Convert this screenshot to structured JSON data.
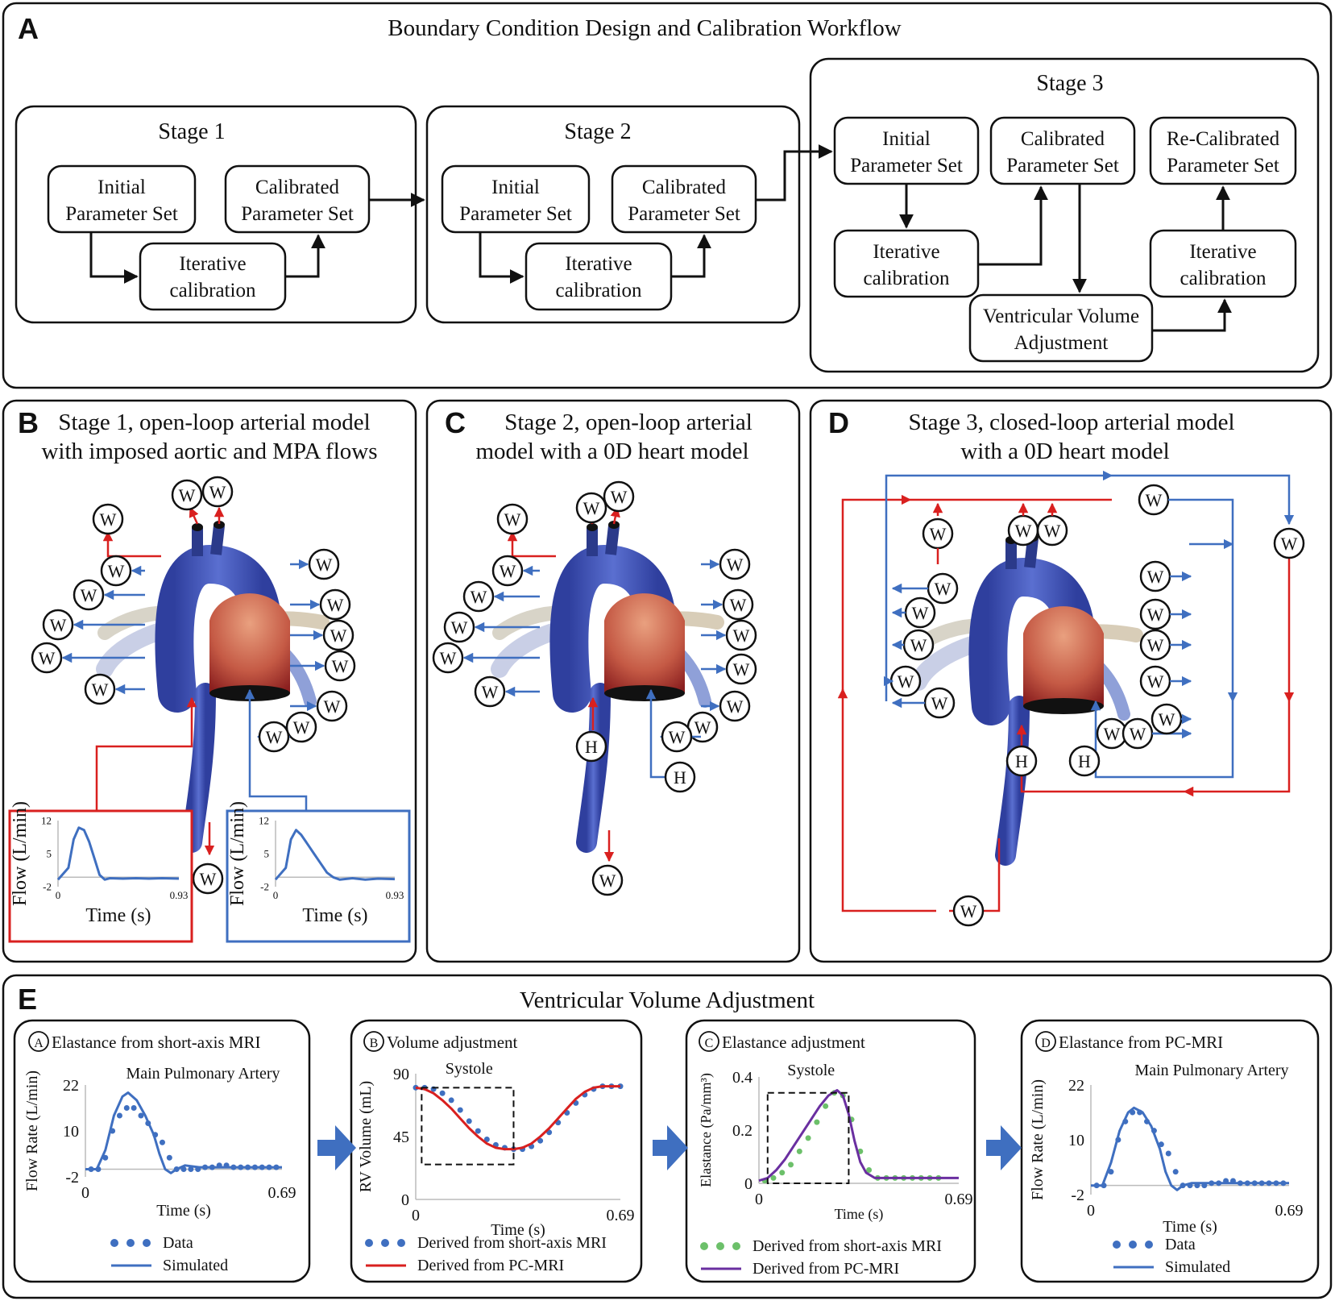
{
  "colors": {
    "red": "#d9201f",
    "blue": "#3f6fc0",
    "purple": "#6a2fa0",
    "green": "#6cc06a",
    "vessel": "#4459b8",
    "heart": "#c46a4e",
    "black": "#111111"
  },
  "panelA": {
    "label": "A",
    "title": "Boundary Condition Design and Calibration Workflow",
    "stage1": {
      "title": "Stage 1",
      "initial": [
        "Initial",
        "Parameter Set"
      ],
      "iterative": [
        "Iterative",
        "calibration"
      ],
      "calibrated": [
        "Calibrated",
        "Parameter Set"
      ]
    },
    "stage2": {
      "title": "Stage 2",
      "initial": [
        "Initial",
        "Parameter Set"
      ],
      "iterative": [
        "Iterative",
        "calibration"
      ],
      "calibrated": [
        "Calibrated",
        "Parameter Set"
      ]
    },
    "stage3": {
      "title": "Stage 3",
      "initial": [
        "Initial",
        "Parameter Set"
      ],
      "calibrated": [
        "Calibrated",
        "Parameter Set"
      ],
      "recalibrated": [
        "Re-Calibrated",
        "Parameter Set"
      ],
      "iterative1": [
        "Iterative",
        "calibration"
      ],
      "iterative2": [
        "Iterative",
        "calibration"
      ],
      "adjust": [
        "Ventricular Volume",
        "Adjustment"
      ]
    }
  },
  "panelB": {
    "label": "B",
    "title": [
      "Stage 1, open-loop arterial model",
      "with imposed aortic and MPA flows"
    ],
    "node": "W"
  },
  "panelC": {
    "label": "C",
    "title": [
      "Stage 2, open-loop arterial",
      "model with a 0D heart model"
    ],
    "node": "W",
    "heart": "H"
  },
  "panelD": {
    "label": "D",
    "title": [
      "Stage 3, closed-loop arterial model",
      "with a 0D heart model"
    ],
    "node": "W",
    "heart": "H"
  },
  "panelE": {
    "label": "E",
    "title": "Ventricular Volume Adjustment"
  },
  "chart_data": [
    {
      "type": "line",
      "panel": "B-left",
      "ylabel": "Flow (L/min)",
      "xlabel": "Time (s)",
      "yticks": [
        "12",
        "5",
        "-2"
      ],
      "xticks": [
        "0",
        "0.93"
      ],
      "xlim": [
        0,
        0.93
      ],
      "ylim": [
        -2,
        12
      ],
      "series": [
        {
          "x": [
            0,
            0.08,
            0.12,
            0.16,
            0.2,
            0.24,
            0.28,
            0.32,
            0.36,
            0.4,
            0.5,
            0.6,
            0.7,
            0.8,
            0.93
          ],
          "y": [
            -0.5,
            2,
            8,
            10.5,
            10,
            7.5,
            4,
            0.5,
            -0.5,
            -0.2,
            -0.3,
            -0.2,
            -0.3,
            -0.2,
            -0.3
          ]
        }
      ]
    },
    {
      "type": "line",
      "panel": "B-right",
      "ylabel": "Flow (L/min)",
      "xlabel": "Time (s)",
      "yticks": [
        "12",
        "5",
        "-2"
      ],
      "xticks": [
        "0",
        "0.93"
      ],
      "xlim": [
        0,
        0.93
      ],
      "ylim": [
        -2,
        12
      ],
      "series": [
        {
          "x": [
            0,
            0.08,
            0.12,
            0.16,
            0.2,
            0.25,
            0.3,
            0.35,
            0.4,
            0.45,
            0.5,
            0.6,
            0.7,
            0.8,
            0.93
          ],
          "y": [
            -0.5,
            2,
            8,
            10,
            9,
            7,
            5,
            3,
            1,
            0,
            -0.5,
            -0.2,
            -0.5,
            -0.3,
            -0.4
          ]
        }
      ]
    },
    {
      "type": "line",
      "panel": "E-A",
      "heading": "Elastance from short-axis MRI",
      "subtitle": "Main Pulmonary Artery",
      "ylabel": "Flow Rate (L/min)",
      "xlabel": "Time (s)",
      "yticks": [
        "22",
        "10",
        "-2"
      ],
      "xticks": [
        "0",
        "0.69"
      ],
      "xlim": [
        0,
        0.69
      ],
      "ylim": [
        -2,
        22
      ],
      "series": [
        {
          "name": "Data",
          "style": "dots",
          "x": [
            0.02,
            0.045,
            0.07,
            0.095,
            0.12,
            0.145,
            0.17,
            0.195,
            0.22,
            0.245,
            0.27,
            0.295,
            0.32,
            0.345,
            0.37,
            0.395,
            0.42,
            0.445,
            0.47,
            0.495,
            0.52,
            0.545,
            0.57,
            0.595,
            0.62,
            0.645,
            0.67
          ],
          "y": [
            0,
            0,
            3,
            10,
            14,
            16,
            16,
            14,
            12,
            9,
            7,
            3,
            0,
            0,
            0,
            0,
            0.5,
            0.5,
            1,
            1,
            0.5,
            0.5,
            0.5,
            0.5,
            0.5,
            0.5,
            0.5
          ]
        },
        {
          "name": "Simulated",
          "style": "line",
          "x": [
            0,
            0.04,
            0.07,
            0.1,
            0.13,
            0.15,
            0.18,
            0.21,
            0.24,
            0.26,
            0.28,
            0.3,
            0.32,
            0.35,
            0.4,
            0.5,
            0.6,
            0.69
          ],
          "y": [
            0,
            0,
            5,
            14,
            19,
            20,
            18,
            14,
            9,
            4,
            0,
            -1,
            0,
            1,
            0.5,
            0.5,
            0.5,
            0.5
          ]
        }
      ]
    },
    {
      "type": "line",
      "panel": "E-B",
      "heading": "Volume adjustment",
      "annotation": "Systole",
      "ylabel": "RV Volume (mL)",
      "xlabel": "Time (s)",
      "yticks": [
        "90",
        "45",
        "0"
      ],
      "xticks": [
        "0",
        "0.69"
      ],
      "xlim": [
        0,
        0.69
      ],
      "ylim": [
        0,
        90
      ],
      "series": [
        {
          "name": "Derived from short-axis MRI",
          "style": "dots",
          "x": [
            0,
            0.03,
            0.06,
            0.09,
            0.12,
            0.15,
            0.18,
            0.21,
            0.24,
            0.27,
            0.3,
            0.33,
            0.36,
            0.39,
            0.42,
            0.45,
            0.48,
            0.51,
            0.54,
            0.57,
            0.6,
            0.63,
            0.66,
            0.69
          ],
          "y": [
            80,
            80,
            79,
            76,
            71,
            64,
            56,
            49,
            43,
            39,
            37,
            36,
            36,
            38,
            42,
            48,
            55,
            62,
            69,
            75,
            79,
            81,
            81,
            81
          ]
        },
        {
          "name": "Derived from PC-MRI",
          "style": "line",
          "color": "red",
          "x": [
            0,
            0.03,
            0.06,
            0.09,
            0.12,
            0.15,
            0.18,
            0.21,
            0.24,
            0.27,
            0.3,
            0.33,
            0.36,
            0.39,
            0.42,
            0.45,
            0.48,
            0.51,
            0.54,
            0.57,
            0.6,
            0.63,
            0.66,
            0.69
          ],
          "y": [
            80,
            79,
            76,
            71,
            65,
            58,
            51,
            45,
            40,
            37,
            36,
            36,
            37,
            40,
            45,
            51,
            58,
            65,
            72,
            77,
            80,
            81,
            81,
            81
          ]
        }
      ]
    },
    {
      "type": "line",
      "panel": "E-C",
      "heading": "Elastance adjustment",
      "annotation": "Systole",
      "ylabel": "Elastance (Pa/mm³)",
      "xlabel": "Time (s)",
      "yticks": [
        "0.4",
        "0.2",
        "0"
      ],
      "xticks": [
        "0",
        "0.69"
      ],
      "xlim": [
        0,
        0.69
      ],
      "ylim": [
        0,
        0.4
      ],
      "series": [
        {
          "name": "Derived from short-axis MRI",
          "style": "dots",
          "color": "green",
          "x": [
            0.02,
            0.05,
            0.08,
            0.11,
            0.14,
            0.17,
            0.2,
            0.23,
            0.26,
            0.29,
            0.32,
            0.35,
            0.38,
            0.41,
            0.44,
            0.47,
            0.5,
            0.53,
            0.56,
            0.59,
            0.62
          ],
          "y": [
            0.01,
            0.02,
            0.04,
            0.07,
            0.12,
            0.17,
            0.23,
            0.29,
            0.34,
            0.33,
            0.24,
            0.12,
            0.05,
            0.02,
            0.02,
            0.02,
            0.02,
            0.02,
            0.02,
            0.02,
            0.02
          ]
        },
        {
          "name": "Derived from PC-MRI",
          "style": "line",
          "color": "purple",
          "x": [
            0,
            0.03,
            0.06,
            0.09,
            0.12,
            0.15,
            0.18,
            0.21,
            0.24,
            0.27,
            0.29,
            0.31,
            0.33,
            0.35,
            0.37,
            0.4,
            0.45,
            0.5,
            0.55,
            0.6,
            0.69
          ],
          "y": [
            0.01,
            0.02,
            0.05,
            0.09,
            0.14,
            0.19,
            0.24,
            0.29,
            0.33,
            0.35,
            0.33,
            0.26,
            0.16,
            0.08,
            0.04,
            0.02,
            0.02,
            0.02,
            0.02,
            0.02,
            0.02
          ]
        }
      ]
    },
    {
      "type": "line",
      "panel": "E-D",
      "heading": "Elastance from PC-MRI",
      "subtitle": "Main Pulmonary Artery",
      "ylabel": "Flow Rate (L/min)",
      "xlabel": "Time (s)",
      "yticks": [
        "22",
        "10",
        "-2"
      ],
      "xticks": [
        "0",
        "0.69"
      ],
      "xlim": [
        0,
        0.69
      ],
      "ylim": [
        -2,
        22
      ],
      "series": [
        {
          "name": "Data",
          "style": "dots",
          "x": [
            0.02,
            0.045,
            0.07,
            0.095,
            0.12,
            0.145,
            0.17,
            0.195,
            0.22,
            0.245,
            0.27,
            0.295,
            0.32,
            0.345,
            0.37,
            0.395,
            0.42,
            0.445,
            0.47,
            0.495,
            0.52,
            0.545,
            0.57,
            0.595,
            0.62,
            0.645,
            0.67
          ],
          "y": [
            0,
            0,
            3,
            10,
            14,
            16,
            16,
            14,
            12,
            9,
            7,
            3,
            0,
            0,
            0,
            0,
            0.5,
            0.5,
            1,
            1,
            0.5,
            0.5,
            0.5,
            0.5,
            0.5,
            0.5,
            0.5
          ]
        },
        {
          "name": "Simulated",
          "style": "line",
          "x": [
            0,
            0.04,
            0.07,
            0.1,
            0.13,
            0.15,
            0.18,
            0.21,
            0.24,
            0.26,
            0.28,
            0.3,
            0.32,
            0.35,
            0.4,
            0.5,
            0.6,
            0.69
          ],
          "y": [
            0,
            0,
            5,
            12,
            16,
            17,
            16,
            13,
            8,
            3,
            0,
            -1,
            0,
            0.5,
            0.5,
            0.5,
            0.5,
            0.5
          ]
        }
      ]
    }
  ]
}
